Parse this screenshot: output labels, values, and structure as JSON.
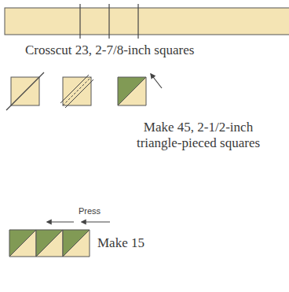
{
  "diagram": {
    "labels": [
      "Crosscut 23, 2-7/8-inch squares",
      "Make 45, 2-1/2-inch triangle-pieced squares",
      "Press",
      "Make 15"
    ]
  }
}
